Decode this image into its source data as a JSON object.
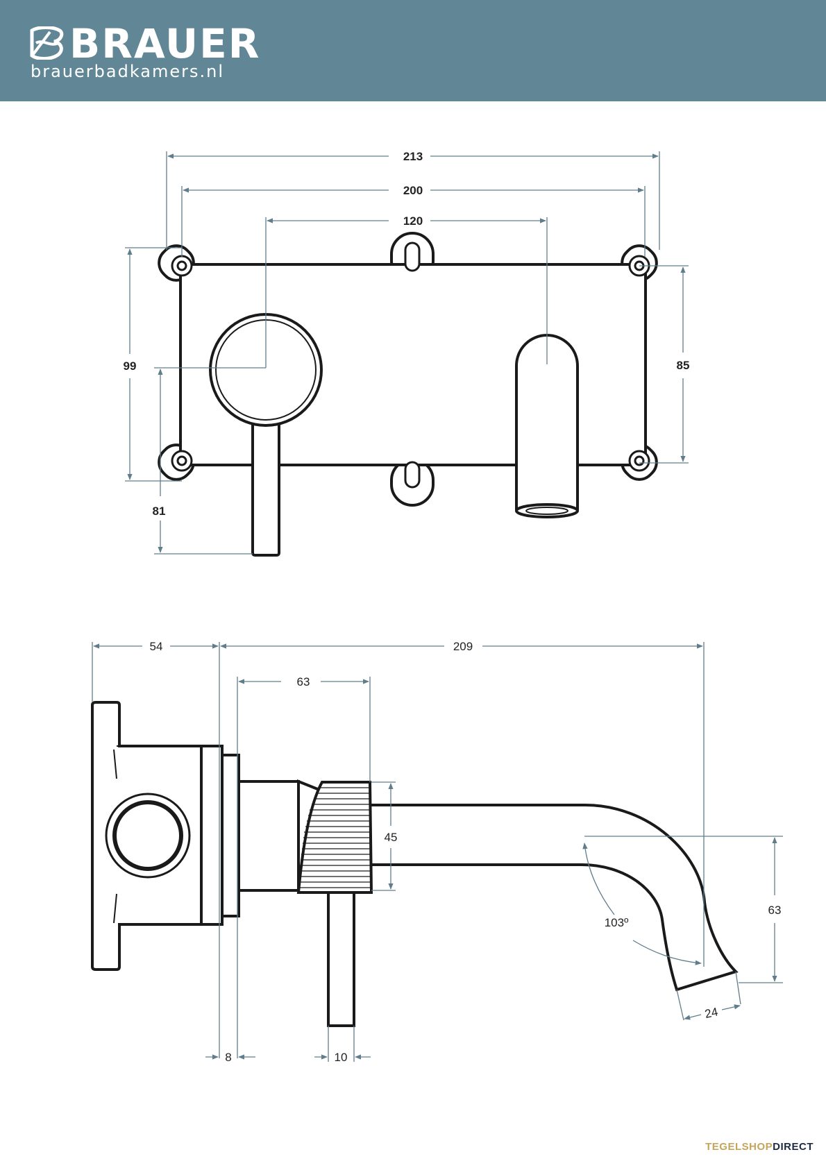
{
  "header": {
    "brand": "BRAUER",
    "url": "brauerbadkamers.nl",
    "background_color": "#618797"
  },
  "front_view": {
    "dimensions": {
      "width_213": "213",
      "width_200": "200",
      "width_120": "120",
      "height_99": "99",
      "height_85": "85",
      "height_81": "81"
    }
  },
  "side_view": {
    "dimensions": {
      "d54": "54",
      "d209": "209",
      "d63_top": "63",
      "d45": "45",
      "d63_right": "63",
      "d103": "103º",
      "d24": "24",
      "d8": "8",
      "d10": "10"
    }
  },
  "footer": {
    "logo_part1": "TEGELSHOP",
    "logo_part2": "DIRECT"
  }
}
